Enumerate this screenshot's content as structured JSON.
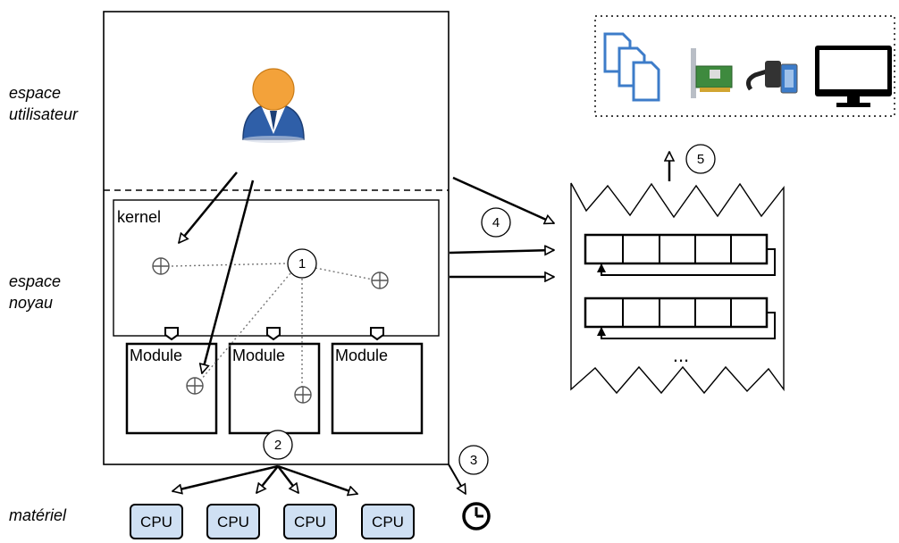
{
  "side_labels": {
    "user_space": [
      "espace",
      "utilisateur"
    ],
    "kernel_space": [
      "espace",
      "noyau"
    ],
    "hardware": "matériel"
  },
  "kernel_label": "kernel",
  "modules": [
    "Module",
    "Module",
    "Module"
  ],
  "steps": [
    "1",
    "2",
    "3",
    "4",
    "5"
  ],
  "cpus": [
    "CPU",
    "CPU",
    "CPU",
    "CPU"
  ],
  "ellipsis": "...",
  "icons": [
    "user-avatar-icon",
    "copy-files-icon",
    "network-card-icon",
    "serial-connector-icon",
    "monitor-icon",
    "clock-icon",
    "hook-point-icon"
  ],
  "colors": {
    "cpu_fill": "#cfe0f3",
    "files_blue": "#3d7cc9",
    "avatar_head": "#f3a23a",
    "avatar_body": "#2f5fa8",
    "card_green": "#3e8a3e"
  }
}
